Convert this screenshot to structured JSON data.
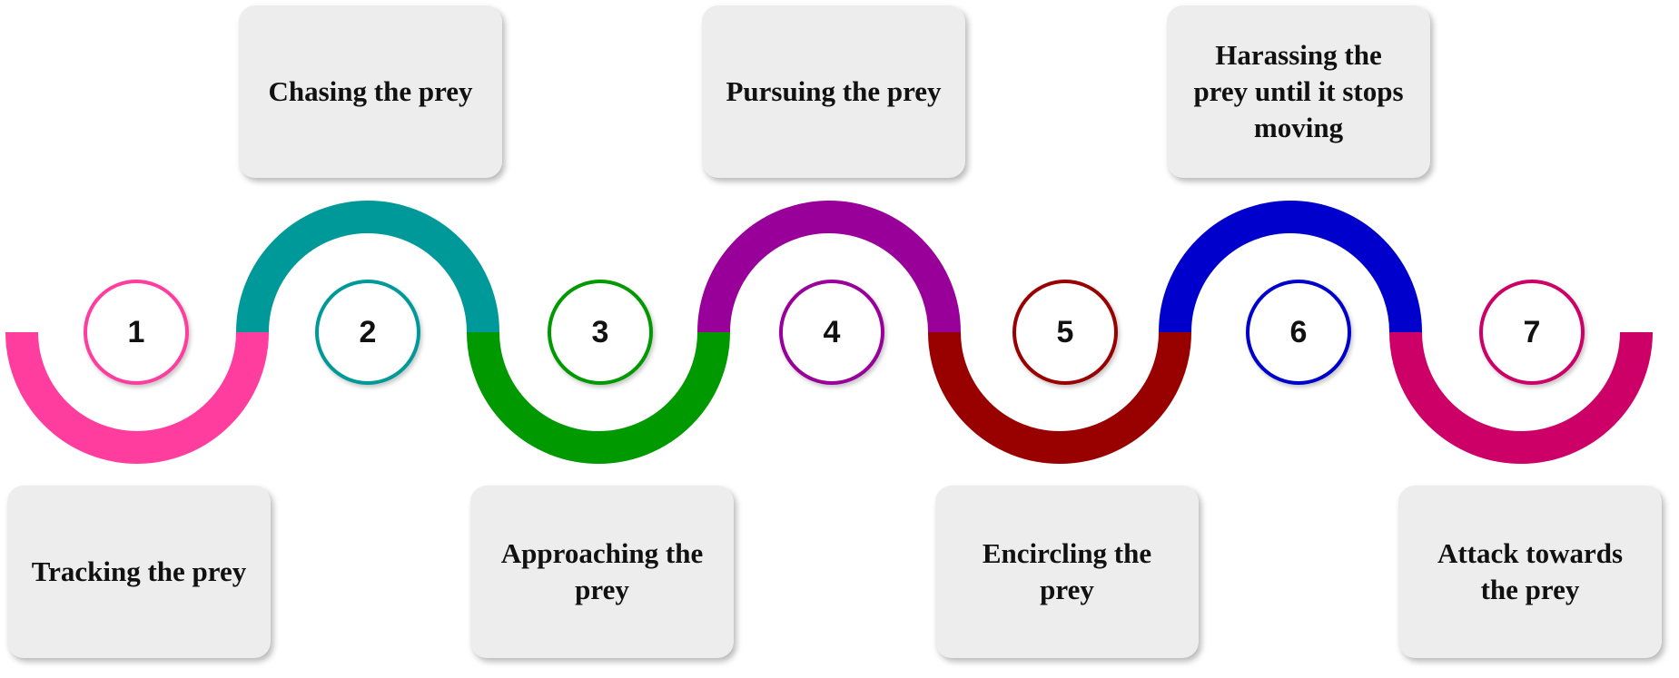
{
  "steps": [
    {
      "number": "1",
      "label": "Tracking the prey",
      "color": "#ff3d9e",
      "position": "bottom"
    },
    {
      "number": "2",
      "label": "Chasing the prey",
      "color": "#00999a",
      "position": "top"
    },
    {
      "number": "3",
      "label": "Approaching the prey",
      "color": "#009900",
      "position": "bottom"
    },
    {
      "number": "4",
      "label": "Pursuing the prey",
      "color": "#990099",
      "position": "top"
    },
    {
      "number": "5",
      "label": "Encircling the prey",
      "color": "#990000",
      "position": "bottom"
    },
    {
      "number": "6",
      "label": "Harassing the prey until it stops moving",
      "color": "#0000cc",
      "position": "top"
    },
    {
      "number": "7",
      "label": "Attack towards the prey",
      "color": "#cc0066",
      "position": "bottom"
    }
  ]
}
